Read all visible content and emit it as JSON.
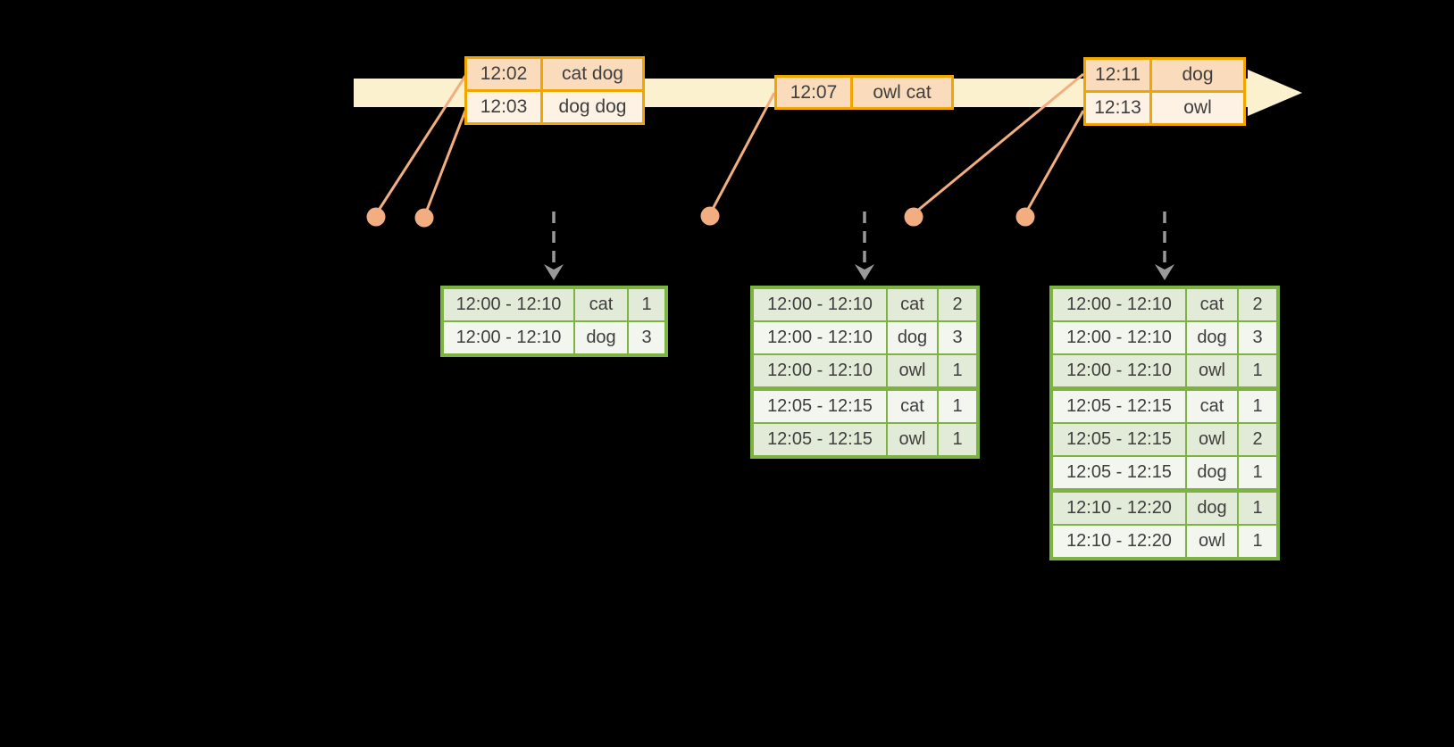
{
  "diagram": {
    "description": "Windowed word-count streaming diagram: timeline of input events mapped to windowed aggregate result tables",
    "event_batches": [
      {
        "rows": [
          {
            "time": "12:02",
            "words": "cat dog"
          },
          {
            "time": "12:03",
            "words": "dog dog"
          }
        ]
      },
      {
        "rows": [
          {
            "time": "12:07",
            "words": "owl cat"
          }
        ]
      },
      {
        "rows": [
          {
            "time": "12:11",
            "words": "dog"
          },
          {
            "time": "12:13",
            "words": "owl"
          }
        ]
      }
    ],
    "result_tables": [
      {
        "rows": [
          {
            "window": "12:00 - 12:10",
            "word": "cat",
            "count": "1"
          },
          {
            "window": "12:00 - 12:10",
            "word": "dog",
            "count": "3"
          }
        ]
      },
      {
        "rows": [
          {
            "window": "12:00 - 12:10",
            "word": "cat",
            "count": "2"
          },
          {
            "window": "12:00 - 12:10",
            "word": "dog",
            "count": "3"
          },
          {
            "window": "12:00 - 12:10",
            "word": "owl",
            "count": "1"
          },
          {
            "window": "12:05 - 12:15",
            "word": "cat",
            "count": "1"
          },
          {
            "window": "12:05 - 12:15",
            "word": "owl",
            "count": "1"
          }
        ]
      },
      {
        "rows": [
          {
            "window": "12:00 - 12:10",
            "word": "cat",
            "count": "2"
          },
          {
            "window": "12:00 - 12:10",
            "word": "dog",
            "count": "3"
          },
          {
            "window": "12:00 - 12:10",
            "word": "owl",
            "count": "1"
          },
          {
            "window": "12:05 - 12:15",
            "word": "cat",
            "count": "1"
          },
          {
            "window": "12:05 - 12:15",
            "word": "owl",
            "count": "2"
          },
          {
            "window": "12:05 - 12:15",
            "word": "dog",
            "count": "1"
          },
          {
            "window": "12:10 - 12:20",
            "word": "dog",
            "count": "1"
          },
          {
            "window": "12:10 - 12:20",
            "word": "owl",
            "count": "1"
          }
        ]
      }
    ],
    "colors": {
      "background": "#000000",
      "timeline_band": "#FBF1CF",
      "event_table_border": "#F0A500",
      "event_row_dark": "#FADCBD",
      "event_row_light": "#FDF2E4",
      "connector_salmon": "#F2AE80",
      "result_table_border": "#7CB342",
      "result_row_dark": "#E2EBD7",
      "result_row_light": "#F2F6EE",
      "trigger_arrow_gray": "#999999",
      "text": "#3E3E3E"
    }
  }
}
